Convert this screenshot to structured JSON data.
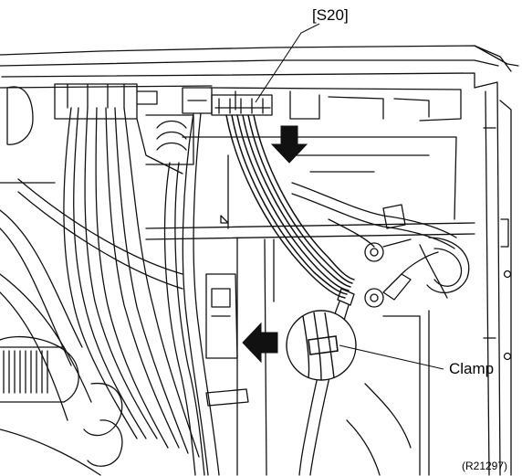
{
  "labels": {
    "connector": "[S20]",
    "clamp": "Clamp",
    "figure_id": "(R21297)"
  }
}
